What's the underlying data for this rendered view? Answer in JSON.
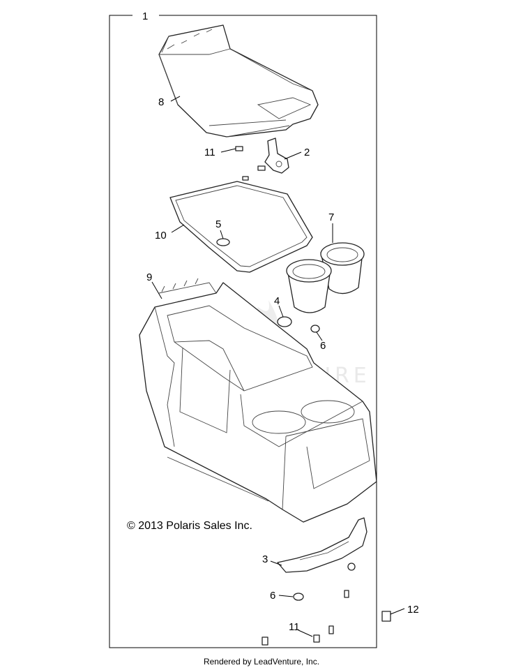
{
  "callouts": {
    "c1": "1",
    "c2": "2",
    "c3": "3",
    "c4": "4",
    "c5": "5",
    "c6a": "6",
    "c6b": "6",
    "c7": "7",
    "c8": "8",
    "c9": "9",
    "c10": "10",
    "c11a": "11",
    "c11b": "11",
    "c12": "12"
  },
  "copyright": "© 2013 Polaris Sales Inc.",
  "watermark": "LEADVENTURE",
  "footer": "Rendered by LeadVenture, Inc."
}
